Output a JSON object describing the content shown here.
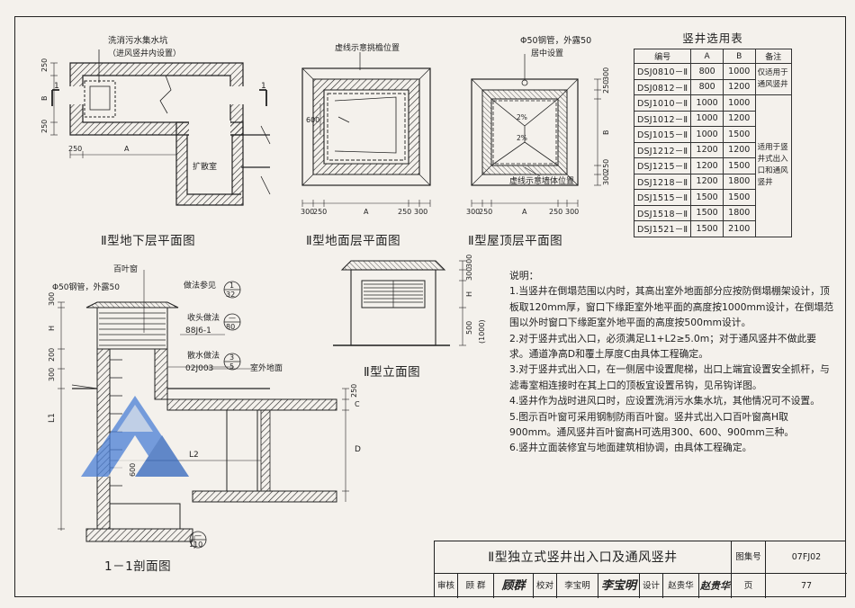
{
  "drawing_title": "Ⅱ型独立式竖井出入口及通风竖井",
  "atlas_label": "图集号",
  "atlas_no": "07FJ02",
  "page_label": "页",
  "page_no": "77",
  "review_label": "审核",
  "reviewer": "顾 群",
  "reviewer_sig": "顾群",
  "check_label": "校对",
  "checker": "李宝明",
  "checker_sig": "李宝明",
  "design_label": "设计",
  "designer": "赵贵华",
  "designer_sig": "赵贵华",
  "views": {
    "basement": "Ⅱ型地下层平面图",
    "ground": "Ⅱ型地面层平面图",
    "roof": "Ⅱ型屋顶层平面图",
    "elevation": "Ⅱ型立面图",
    "section": "1－1剖面图"
  },
  "annotations": {
    "sump": "洗消污水集水坑",
    "sump_note": "（进风竖井内设置）",
    "expansion": "扩散室",
    "canopy": "虚线示意挑檐位置",
    "steel_pipe": "Φ50钢管，外露50",
    "centered": "居中设置",
    "wall_pos": "虚线示意墙体位置",
    "louver": "百叶窗",
    "steel_pipe_s": "Φ50钢管，外露50",
    "see_detail": "做法参见",
    "flashing": "收头做法",
    "flashing_ref": "88J6-1",
    "apron": "散水做法",
    "apron_ref": "02J003",
    "outdoor": "室外地面",
    "slope": "2%"
  },
  "index_marks": {
    "detail1": {
      "top": "1",
      "bottom": "32"
    },
    "detail2": {
      "top": "—",
      "bottom": "80"
    },
    "detail3": {
      "top": "3",
      "bottom": "5"
    },
    "detail4": {
      "top": "—",
      "bottom": "110"
    }
  },
  "dims": {
    "d250": "250",
    "d300": "300",
    "d200": "200",
    "d500": "500",
    "d600": "600",
    "d1000": "(1000)",
    "A": "A",
    "B": "B",
    "H": "H",
    "C": "C",
    "D": "D",
    "L1": "L1",
    "L2": "L2",
    "one": "1"
  },
  "table": {
    "title": "竖井选用表",
    "headers": [
      "编号",
      "A",
      "B",
      "备注"
    ],
    "rows": [
      [
        "DSJ0810－Ⅱ",
        "800",
        "1000"
      ],
      [
        "DSJ0812－Ⅱ",
        "800",
        "1200"
      ],
      [
        "DSJ1010－Ⅱ",
        "1000",
        "1000"
      ],
      [
        "DSJ1012－Ⅱ",
        "1000",
        "1200"
      ],
      [
        "DSJ1015－Ⅱ",
        "1000",
        "1500"
      ],
      [
        "DSJ1212－Ⅱ",
        "1200",
        "1200"
      ],
      [
        "DSJ1215－Ⅱ",
        "1200",
        "1500"
      ],
      [
        "DSJ1218－Ⅱ",
        "1200",
        "1800"
      ],
      [
        "DSJ1515－Ⅱ",
        "1500",
        "1500"
      ],
      [
        "DSJ1518－Ⅱ",
        "1500",
        "1800"
      ],
      [
        "DSJ1521－Ⅱ",
        "1500",
        "2100"
      ]
    ],
    "note1": "仅适用于通风竖井",
    "note2": "适用于竖井式出入口和通风竖井"
  },
  "notes": {
    "heading": "说明：",
    "items": [
      "1.当竖井在倒塌范围以内时，其高出室外地面部分应按防倒塌棚架设计，顶板取120mm厚，窗口下缘距室外地平面的高度按1000mm设计，在倒塌范围以外时窗口下缘距室外地平面的高度按500mm设计。",
      "2.对于竖井式出入口，必须满足L1+L2≥5.0m；对于通风竖井不做此要求。通道净高D和覆土厚度C由具体工程确定。",
      "3.对于竖井式出入口，在一侧居中设置爬梯，出口上端宜设置安全抓杆，与滤毒室相连接时在其上口的顶板宜设置吊钩，见吊钩详图。",
      "4.竖井作为战时进风口时，应设置洗消污水集水坑，其他情况可不设置。",
      "5.图示百叶窗可采用钢制防雨百叶窗。竖井式出入口百叶窗高H取900mm。通风竖井百叶窗高H可选用300、600、900mm三种。",
      "6.竖井立面装修宜与地面建筑相协调，由具体工程确定。"
    ]
  },
  "colors": {
    "line": "#222222",
    "paper": "#f4f1ec",
    "watermark": "#4a7fd6"
  }
}
